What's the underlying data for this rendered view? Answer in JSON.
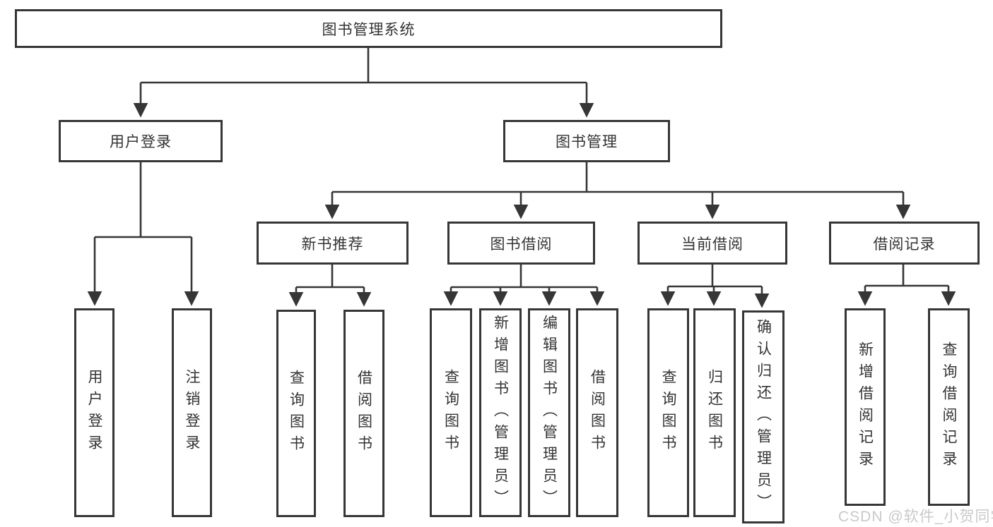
{
  "tree": {
    "label": "图书管理系统",
    "children": [
      {
        "label": "用户登录",
        "children": [
          {
            "label": "用户登录"
          },
          {
            "label": "注销登录"
          }
        ]
      },
      {
        "label": "图书管理",
        "children": [
          {
            "label": "新书推荐",
            "children": [
              {
                "label": "查询图书"
              },
              {
                "label": "借阅图书"
              }
            ]
          },
          {
            "label": "图书借阅",
            "children": [
              {
                "label": "查询图书"
              },
              {
                "label": "新增图书（管理员）"
              },
              {
                "label": "编辑图书（管理员）"
              },
              {
                "label": "借阅图书"
              }
            ]
          },
          {
            "label": "当前借阅",
            "children": [
              {
                "label": "查询图书"
              },
              {
                "label": "归还图书"
              },
              {
                "label": "确认归还（管理员）"
              }
            ]
          },
          {
            "label": "借阅记录",
            "children": [
              {
                "label": "新增借阅记录"
              },
              {
                "label": "查询借阅记录"
              }
            ]
          }
        ]
      }
    ]
  },
  "watermark": {
    "text": "CSDN @软件_小贺同学"
  },
  "colors": {
    "line": "#363636",
    "text": "#333333",
    "watermark": "#c9c9c9",
    "background": "#ffffff"
  }
}
